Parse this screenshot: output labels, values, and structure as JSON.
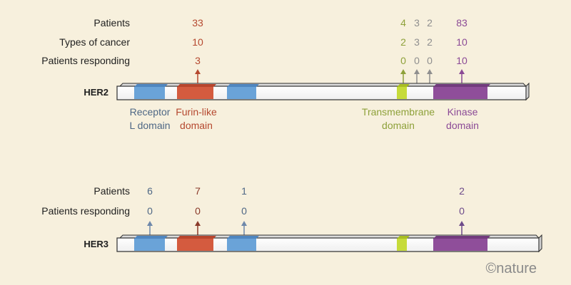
{
  "colors": {
    "background": "#f7f0dd",
    "text": "#1f1f1f",
    "receptor": "#6aa3d8",
    "furin": "#d45b3f",
    "transmembrane": "#c6db3a",
    "kinase": "#8f4e9a",
    "her2_transmembrane_arrows": "#8ea13a",
    "gray_arrows": "#8f8f8f",
    "her3_arrows": "#6e88aa",
    "her2_patients": "#b5482f",
    "her3_patients": "#4e6785",
    "kinase_text": "#8b4a96",
    "bar_border": "#2e2e2e",
    "brand": "#8a8a8a"
  },
  "her2": {
    "name": "HER2",
    "row_labels": {
      "patients": "Patients",
      "types": "Types of cancer",
      "responding": "Patients responding"
    },
    "furin_values": {
      "patients": "33",
      "types": "10",
      "responding": "3"
    },
    "tm_col1": {
      "patients": "4",
      "types": "2",
      "responding": "0"
    },
    "tm_col2": {
      "patients": "3",
      "types": "3",
      "responding": "0"
    },
    "tm_col3": {
      "patients": "2",
      "types": "2",
      "responding": "0"
    },
    "kinase_values": {
      "patients": "83",
      "types": "10",
      "responding": "10"
    },
    "domain_labels": {
      "receptor_line1": "Receptor",
      "receptor_line2": "L domain",
      "furin_line1": "Furin-like",
      "furin_line2": "domain",
      "tm_line1": "Transmembrane",
      "tm_line2": "domain",
      "kinase_line1": "Kinase",
      "kinase_line2": "domain"
    }
  },
  "her3": {
    "name": "HER3",
    "row_labels": {
      "patients": "Patients",
      "responding": "Patients responding"
    },
    "receptor1_values": {
      "patients": "6",
      "responding": "0"
    },
    "furin_values": {
      "patients": "7",
      "responding": "0"
    },
    "receptor2_values": {
      "patients": "1",
      "responding": "0"
    },
    "kinase_values": {
      "patients": "2",
      "responding": "0"
    }
  },
  "brand": {
    "name": "©nature"
  }
}
